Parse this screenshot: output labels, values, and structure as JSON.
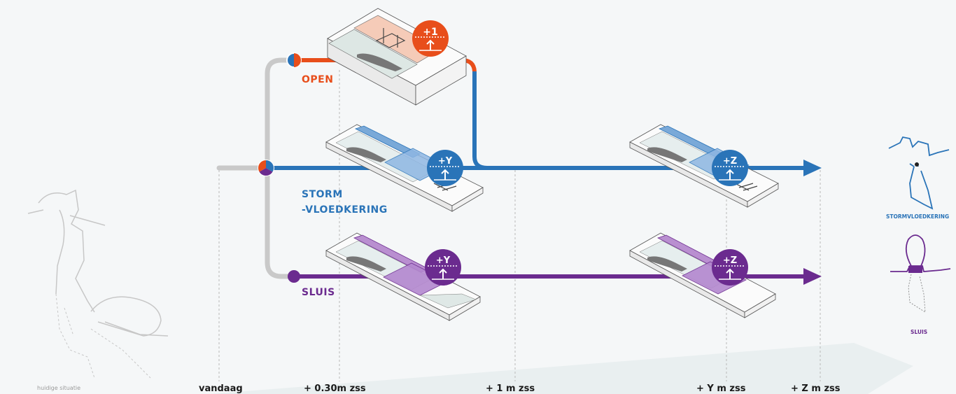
{
  "colors": {
    "open": "#e84e1b",
    "storm": "#2a74b8",
    "sluis": "#6b2b8f",
    "gray": "#c9c9c9",
    "tick_text": "#1a1a1a"
  },
  "left": {
    "caption": "huidige situatie"
  },
  "scenarios": {
    "open": {
      "label": "OPEN",
      "badge": "+1"
    },
    "storm": {
      "label_line1": "STORM",
      "label_line2": "-VLOEDKERING",
      "badge_1": "+Y",
      "badge_2": "+Z"
    },
    "sluis": {
      "label": "SLUIS",
      "badge_1": "+Y",
      "badge_2": "+Z"
    }
  },
  "timeline": {
    "ticks": [
      "vandaag",
      "+ 0.30m zss",
      "+ 1 m zss",
      "+ Y m zss",
      "+ Z m zss"
    ]
  },
  "right": {
    "storm_caption": "STORMVLOEDKERING",
    "sluis_caption": "SLUIS"
  }
}
